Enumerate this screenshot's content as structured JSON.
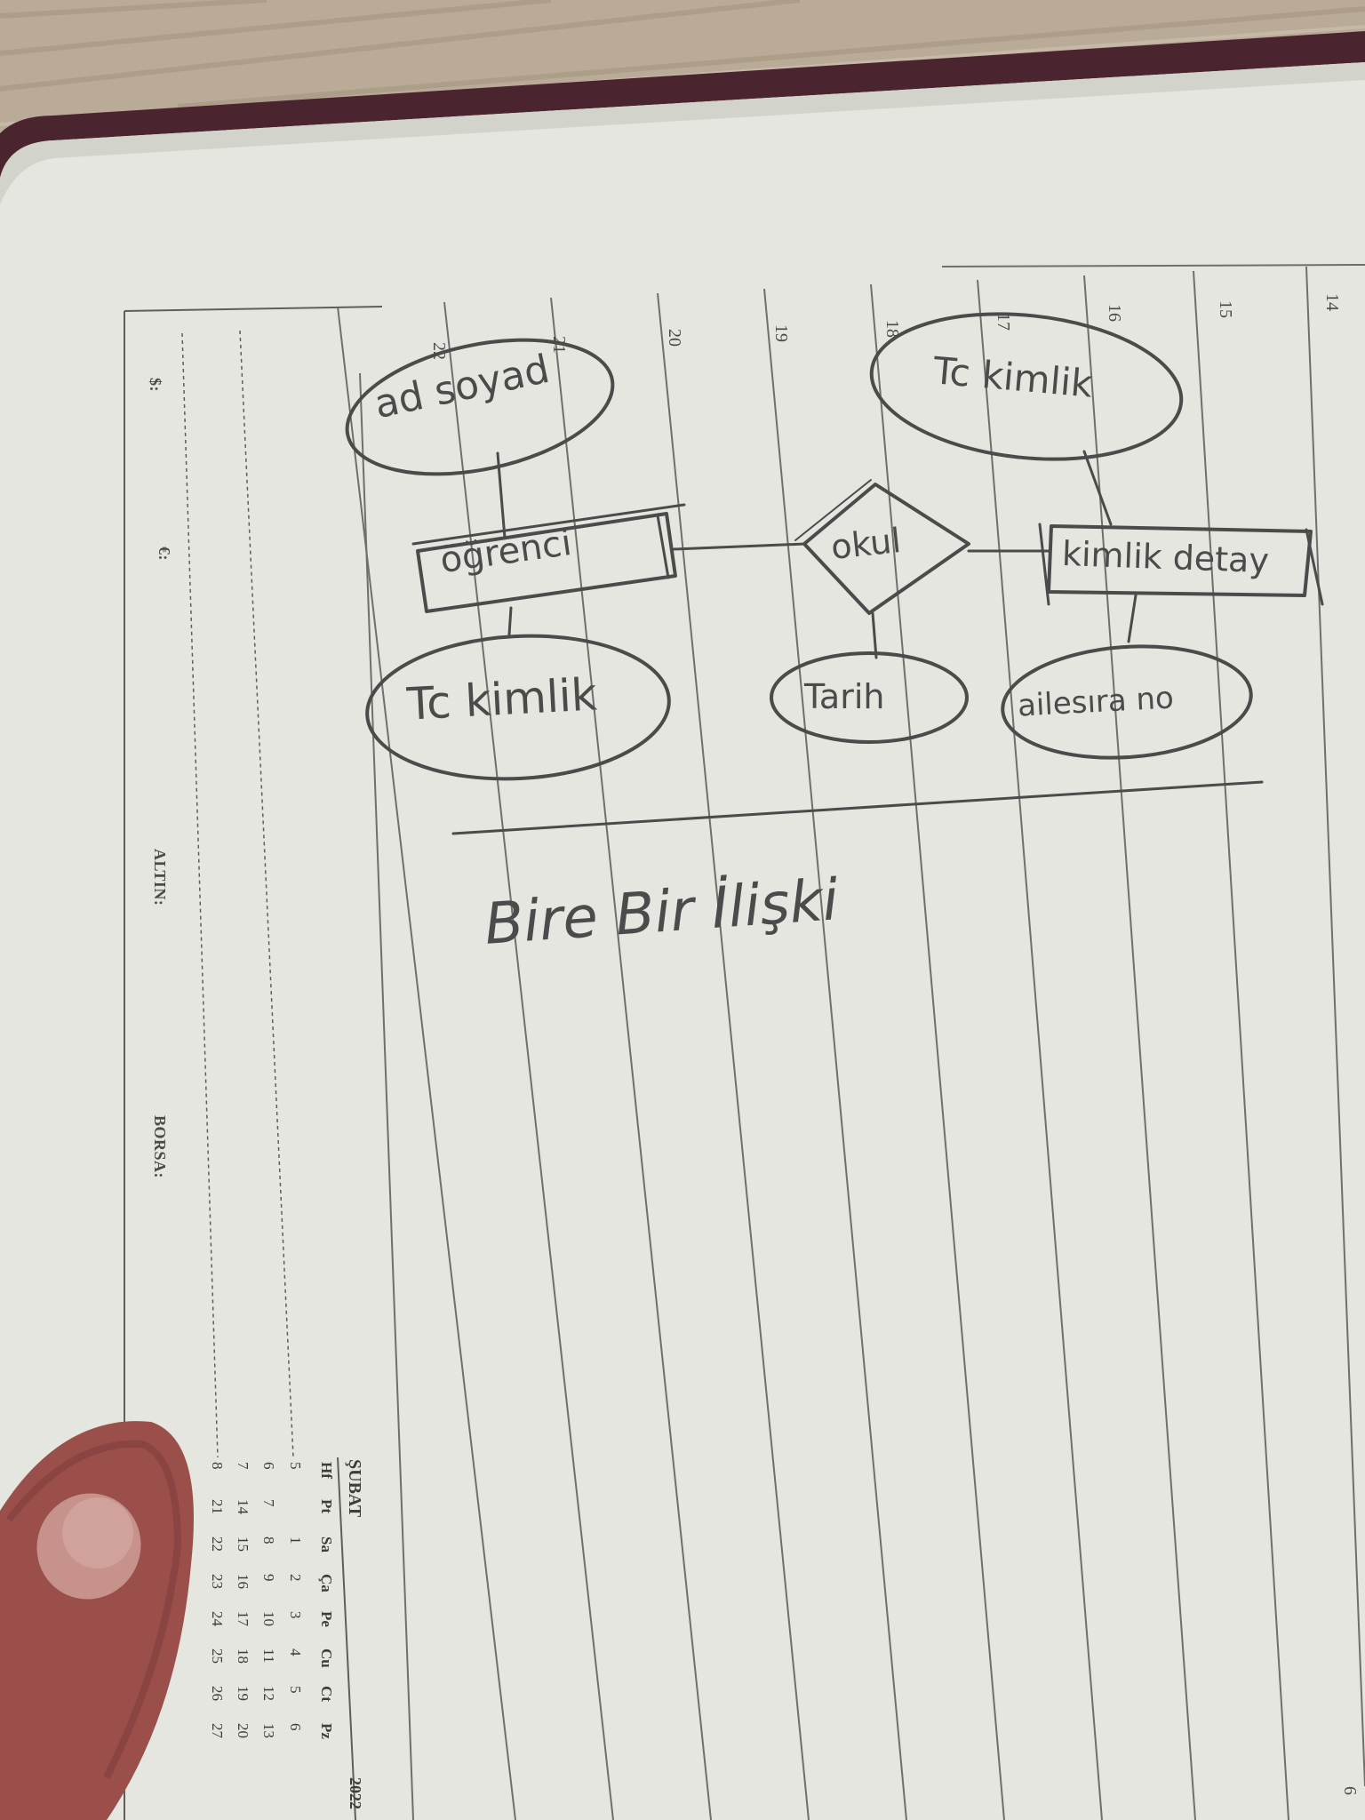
{
  "notebook": {
    "hours": [
      "14",
      "15",
      "16",
      "17",
      "18",
      "19",
      "20",
      "21",
      "22"
    ],
    "side_labels": {
      "dollar": "$:",
      "euro": "€:",
      "gold": "ALTIN:",
      "stock": "BORSA:"
    },
    "corner_number": "6"
  },
  "diagram": {
    "entity_left": "öğrenci",
    "entity_right": "kimlik detay",
    "relationship": "okul",
    "attr_top_left": "ad soyad",
    "attr_bottom_left": "Tc kimlik",
    "attr_top_right": "Tc kimlik",
    "attr_middle": "Tarih",
    "attr_bottom_right": "ailesıra no",
    "caption": "Bire Bir İlişki"
  },
  "calendar": {
    "month": "ŞUBAT",
    "year": "2022",
    "header": [
      "Hf",
      "Pt",
      "Sa",
      "Ça",
      "Pe",
      "Cu",
      "Ct",
      "Pz"
    ],
    "rows": [
      [
        "5",
        "",
        "1",
        "2",
        "3",
        "4",
        "5",
        "6"
      ],
      [
        "6",
        "7",
        "8",
        "9",
        "10",
        "11",
        "12",
        "13"
      ],
      [
        "7",
        "14",
        "15",
        "16",
        "17",
        "18",
        "19",
        "20"
      ],
      [
        "8",
        "21",
        "22",
        "23",
        "24",
        "25",
        "26",
        "27"
      ]
    ]
  },
  "colors": {
    "table_wood": "#b9ab98",
    "cover": "#4a2530",
    "paper": "#e6e8e1",
    "ink": "#4b4b4b",
    "skin": "#9a4f4a"
  }
}
